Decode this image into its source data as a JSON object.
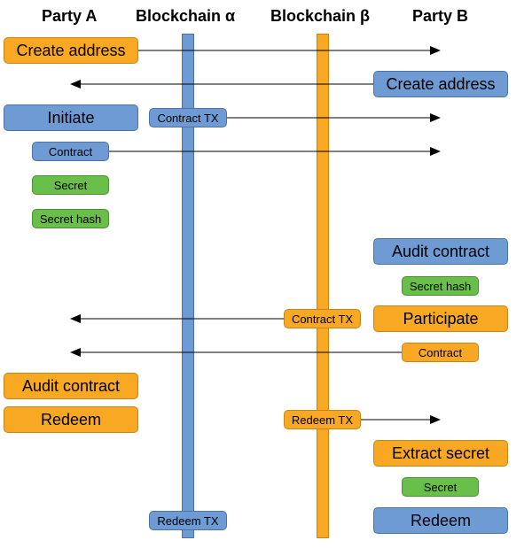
{
  "colors": {
    "blue": "#6f9bd5",
    "orange": "#f8a823",
    "green": "#6abf4b",
    "lane_alpha": "#6f9bd5",
    "lane_beta": "#f8a823",
    "arrow": "#000000"
  },
  "headers": {
    "party_a": "Party A",
    "blockchain_alpha": "Blockchain α",
    "blockchain_beta": "Blockchain β",
    "party_b": "Party B"
  },
  "steps": {
    "a_create_address": "Create address",
    "b_create_address": "Create address",
    "a_initiate": "Initiate",
    "alpha_contract_tx": "Contract TX",
    "a_contract": "Contract",
    "a_secret": "Secret",
    "a_secret_hash": "Secret hash",
    "b_audit_contract": "Audit contract",
    "b_secret_hash": "Secret hash",
    "beta_contract_tx": "Contract TX",
    "b_participate": "Participate",
    "b_contract": "Contract",
    "a_audit_contract": "Audit contract",
    "a_redeem": "Redeem",
    "beta_redeem_tx": "Redeem TX",
    "b_extract_secret": "Extract secret",
    "b_secret": "Secret",
    "alpha_redeem_tx": "Redeem TX",
    "b_redeem": "Redeem"
  }
}
